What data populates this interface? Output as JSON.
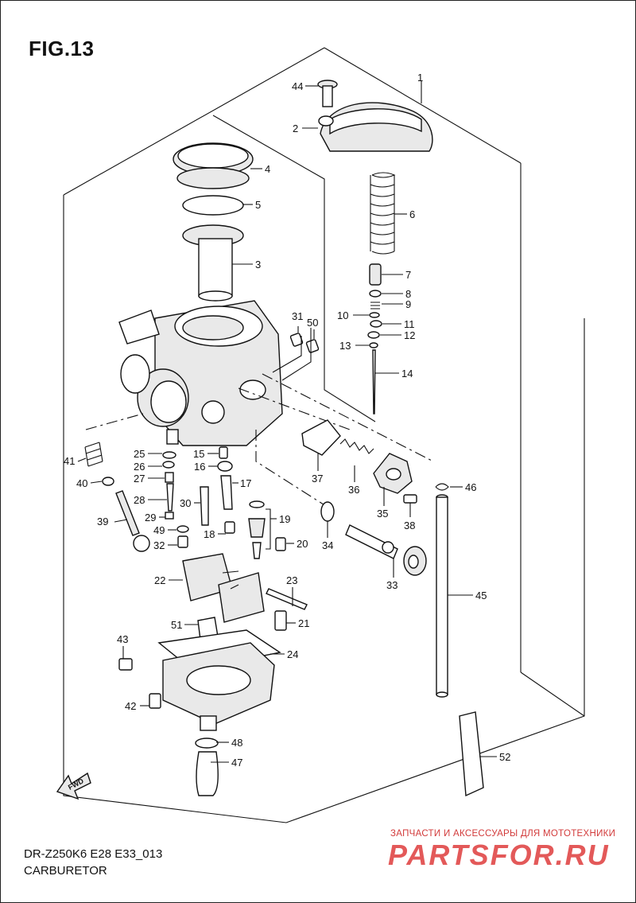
{
  "header": {
    "figure": "FIG.13"
  },
  "footer": {
    "model_code": "DR-Z250K6 E28 E33_013",
    "section_name": "CARBURETOR"
  },
  "watermark": {
    "tagline": "ЗАПЧАСТИ И АКСЕССУАРЫ ДЛЯ МОТОТЕХНИКИ",
    "logo_text": "PARTSFOR.RU",
    "color": "#e04848"
  },
  "badges": {
    "fwd": "FWD"
  },
  "callouts": {
    "c1": "1",
    "c2": "2",
    "c3": "3",
    "c4": "4",
    "c5": "5",
    "c6": "6",
    "c7": "7",
    "c8": "8",
    "c9": "9",
    "c10": "10",
    "c11": "11",
    "c12": "12",
    "c13": "13",
    "c14": "14",
    "c15": "15",
    "c16": "16",
    "c17": "17",
    "c18": "18",
    "c19": "19",
    "c20": "20",
    "c21": "21",
    "c22": "22",
    "c23": "23",
    "c24": "24",
    "c25": "25",
    "c26": "26",
    "c27": "27",
    "c28": "28",
    "c29": "29",
    "c30": "30",
    "c31": "31",
    "c32": "32",
    "c33": "33",
    "c34": "34",
    "c35": "35",
    "c36": "36",
    "c37": "37",
    "c38": "38",
    "c39": "39",
    "c40": "40",
    "c41": "41",
    "c42": "42",
    "c43": "43",
    "c44": "44",
    "c45": "45",
    "c46": "46",
    "c47": "47",
    "c48": "48",
    "c49": "49",
    "c50": "50",
    "c51": "51",
    "c52": "52"
  }
}
